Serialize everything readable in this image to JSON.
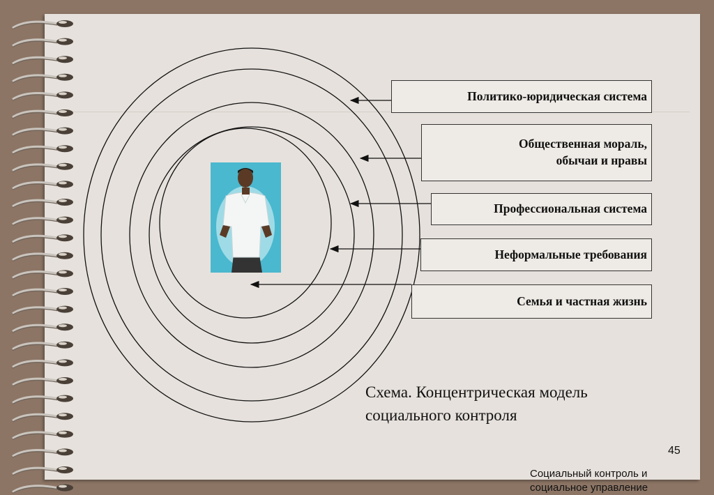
{
  "diagram": {
    "layers": [
      {
        "label": "Политико-юридическая система"
      },
      {
        "label": "Общественная  мораль,\nобычаи и нравы"
      },
      {
        "label": "Профессиональная система"
      },
      {
        "label": "Неформальные требования"
      },
      {
        "label": "Семья и частная жизнь"
      }
    ],
    "caption_line1": "Схема. Концентрическая модель",
    "caption_line2": "социального контроля"
  },
  "slide": {
    "page_number": "45",
    "footer_line1": "Социальный контроль и",
    "footer_line2": "социальное управление"
  },
  "colors": {
    "background": "#8c7565",
    "paper": "#e6e1dc",
    "figure_bg": "#4ab8cf"
  }
}
